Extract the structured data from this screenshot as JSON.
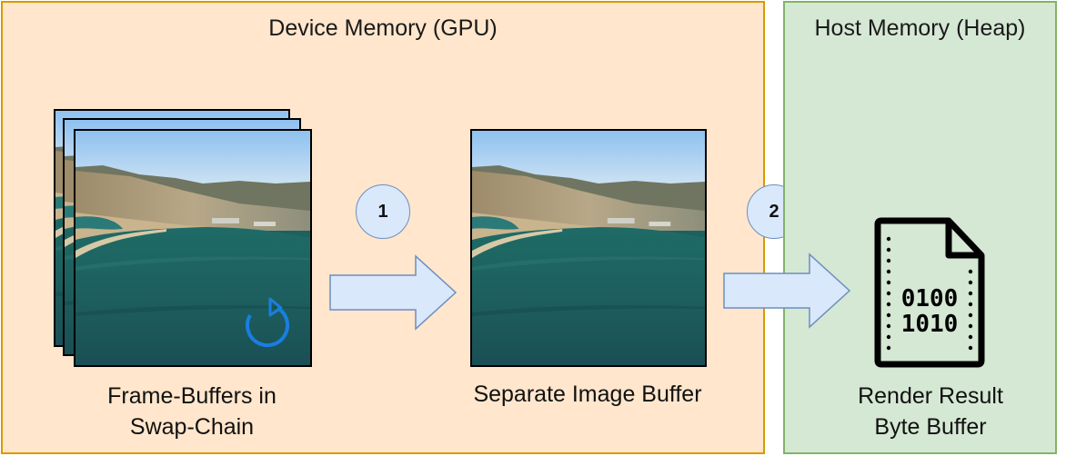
{
  "regions": {
    "device": {
      "title": "Device Memory (GPU)"
    },
    "host": {
      "title": "Host Memory (Heap)"
    }
  },
  "nodes": {
    "swapchain": {
      "label_line1": "Frame-Buffers in",
      "label_line2": "Swap-Chain"
    },
    "image_buffer": {
      "label": "Separate Image Buffer"
    },
    "byte_buffer": {
      "label_line1": "Render Result",
      "label_line2": "Byte Buffer",
      "bits_line1": "0100",
      "bits_line2": "1010"
    }
  },
  "steps": [
    {
      "number": "1"
    },
    {
      "number": "2"
    }
  ],
  "icons": {
    "refresh": "refresh-icon",
    "file": "binary-file-icon"
  },
  "colors": {
    "device_fill": "#ffe6cc",
    "device_border": "#d79b00",
    "host_fill": "#d5e8d4",
    "host_border": "#82b366",
    "arrow_fill": "#dae8fc",
    "arrow_border": "#6c8ebf",
    "refresh_icon": "#1a7ee0"
  }
}
